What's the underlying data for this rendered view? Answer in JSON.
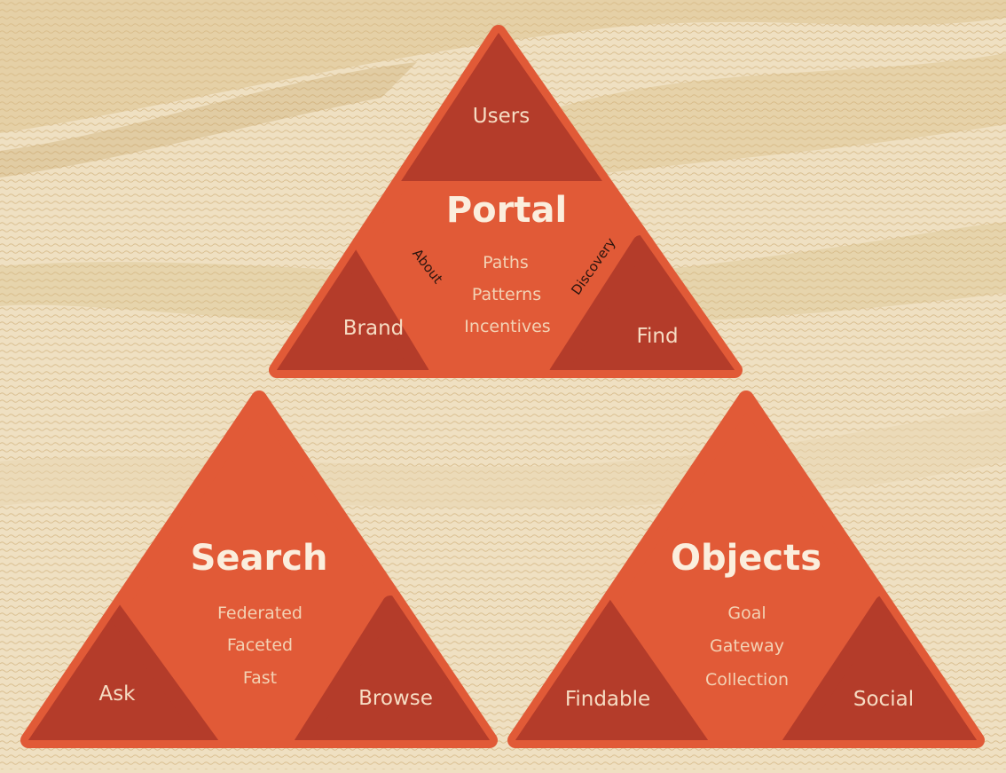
{
  "colors": {
    "background": "#efe0c2",
    "engraving": "#c9a86f",
    "triangle_fill": "#e15a37",
    "corner_fill": "#b43c2a",
    "title_text": "#fbeedd",
    "label_text": "#f3d2b4",
    "side_label_text": "#2a140e"
  },
  "portal": {
    "title": "Portal",
    "corners": {
      "top": "Users",
      "left": "Brand",
      "right": "Find"
    },
    "side_labels": {
      "left": "About",
      "right": "Discovery"
    },
    "items": [
      "Paths",
      "Patterns",
      "Incentives"
    ]
  },
  "search": {
    "title": "Search",
    "corners": {
      "left": "Ask",
      "right": "Browse"
    },
    "items": [
      "Federated",
      "Faceted",
      "Fast"
    ]
  },
  "objects": {
    "title": "Objects",
    "corners": {
      "left": "Findable",
      "right": "Social"
    },
    "items": [
      "Goal",
      "Gateway",
      "Collection"
    ]
  }
}
